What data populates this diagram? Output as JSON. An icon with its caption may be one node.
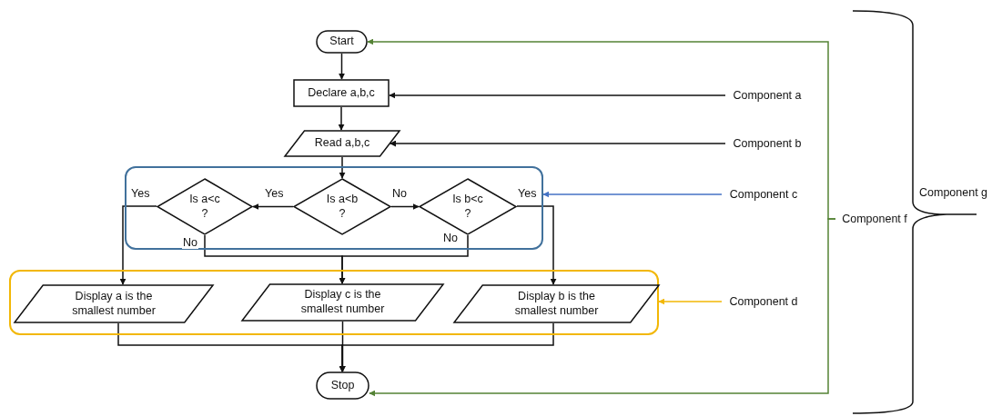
{
  "diagram": {
    "nodes": [
      {
        "text": [
          "Start"
        ]
      },
      {
        "text": [
          "Declare a,b,c"
        ]
      },
      {
        "text": [
          "Read a,b,c"
        ]
      },
      {
        "text": [],
        "shape": "box"
      },
      {
        "text": [
          "Is a<c ?"
        ],
        "in": 3
      },
      {
        "text": [
          "Is a<b ?"
        ],
        "in": 3
      },
      {
        "text": [
          "Is b<c ?"
        ],
        "in": 3
      },
      {
        "text": [],
        "shape": "box"
      },
      {
        "text": [
          "Display a is the smallest number"
        ],
        "in": 7
      },
      {
        "text": [
          "Display c is the smallest number"
        ],
        "in": 7
      },
      {
        "text": [
          "Display b is the smallest number"
        ],
        "in": 7
      },
      {
        "text": [
          "Stop"
        ]
      },
      {
        "text": [
          "Component a"
        ]
      },
      {
        "text": [
          "Component b"
        ]
      },
      {
        "text": [
          "Component c"
        ]
      },
      {
        "text": [
          "Component d"
        ]
      },
      {
        "text": [
          "Component f"
        ]
      }
    ],
    "edges": [
      {
        "from": 0,
        "to": 1,
        "arrow": "to"
      },
      {
        "from": 1,
        "to": 2,
        "arrow": "to"
      },
      {
        "from": 2,
        "to": 5,
        "arrow": "to"
      },
      {
        "from": 5,
        "to": 4,
        "arrow": "to",
        "label": "Yes"
      },
      {
        "from": 5,
        "to": 6,
        "arrow": "to",
        "label": "No"
      },
      {
        "from": 4,
        "to": 8,
        "arrow": "to",
        "label": "Yes"
      },
      {
        "from": 4,
        "to": 9,
        "arrow": "to",
        "label": "No"
      },
      {
        "from": 6,
        "to": 9,
        "arrow": "to",
        "label": "No"
      },
      {
        "from": 6,
        "to": 10,
        "arrow": "to",
        "label": "Yes"
      },
      {
        "from": 8,
        "to": 11,
        "arrow": "to"
      },
      {
        "from": 9,
        "to": 11,
        "arrow": "to"
      },
      {
        "from": 10,
        "to": 11,
        "arrow": "to"
      },
      {
        "from": 12,
        "to": 1,
        "arrow": "to"
      },
      {
        "from": 13,
        "to": 2,
        "arrow": "to"
      },
      {
        "from": 14,
        "to": 3,
        "arrow": "to",
        "color": "#4472c4"
      },
      {
        "from": 15,
        "to": 7,
        "arrow": "to",
        "color": "#f2b705"
      },
      {
        "from": 16,
        "to": 0,
        "arrow": "to",
        "color": "#548235"
      },
      {
        "from": 16,
        "to": 11,
        "arrow": "to",
        "color": "#548235"
      }
    ],
    "labels": [
      "Component g"
    ]
  }
}
